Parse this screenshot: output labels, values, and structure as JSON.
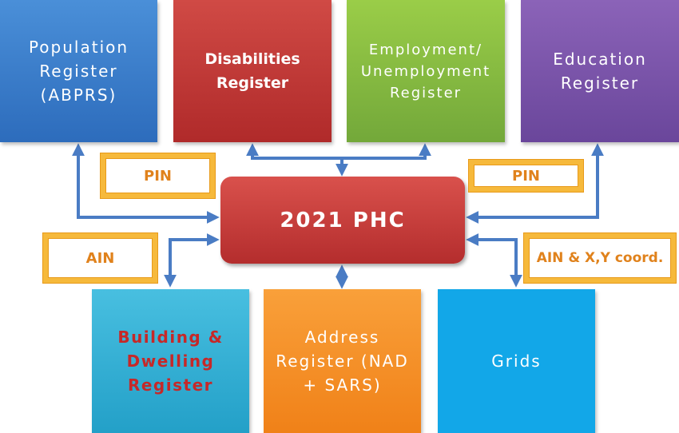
{
  "boxes": {
    "population": "Population\nRegister\n(ABPRS)",
    "disabilities": "Disabilities\nRegister",
    "employment": "Employment/\nUnemployment\nRegister",
    "education": "Education\nRegister",
    "phc": "2021 PHC",
    "building": "Building &\nDwelling\nRegister",
    "address": "Address\nRegister (NAD\n+ SARS)",
    "grids": "Grids"
  },
  "labels": {
    "pin_left": "PIN",
    "pin_right": "PIN",
    "ain_left": "AIN",
    "ain_right": "AIN & X,Y coord."
  },
  "colors": {
    "arrow": "#4a7cc4",
    "label_border": "#f6b93b",
    "label_text": "#e0821c"
  }
}
